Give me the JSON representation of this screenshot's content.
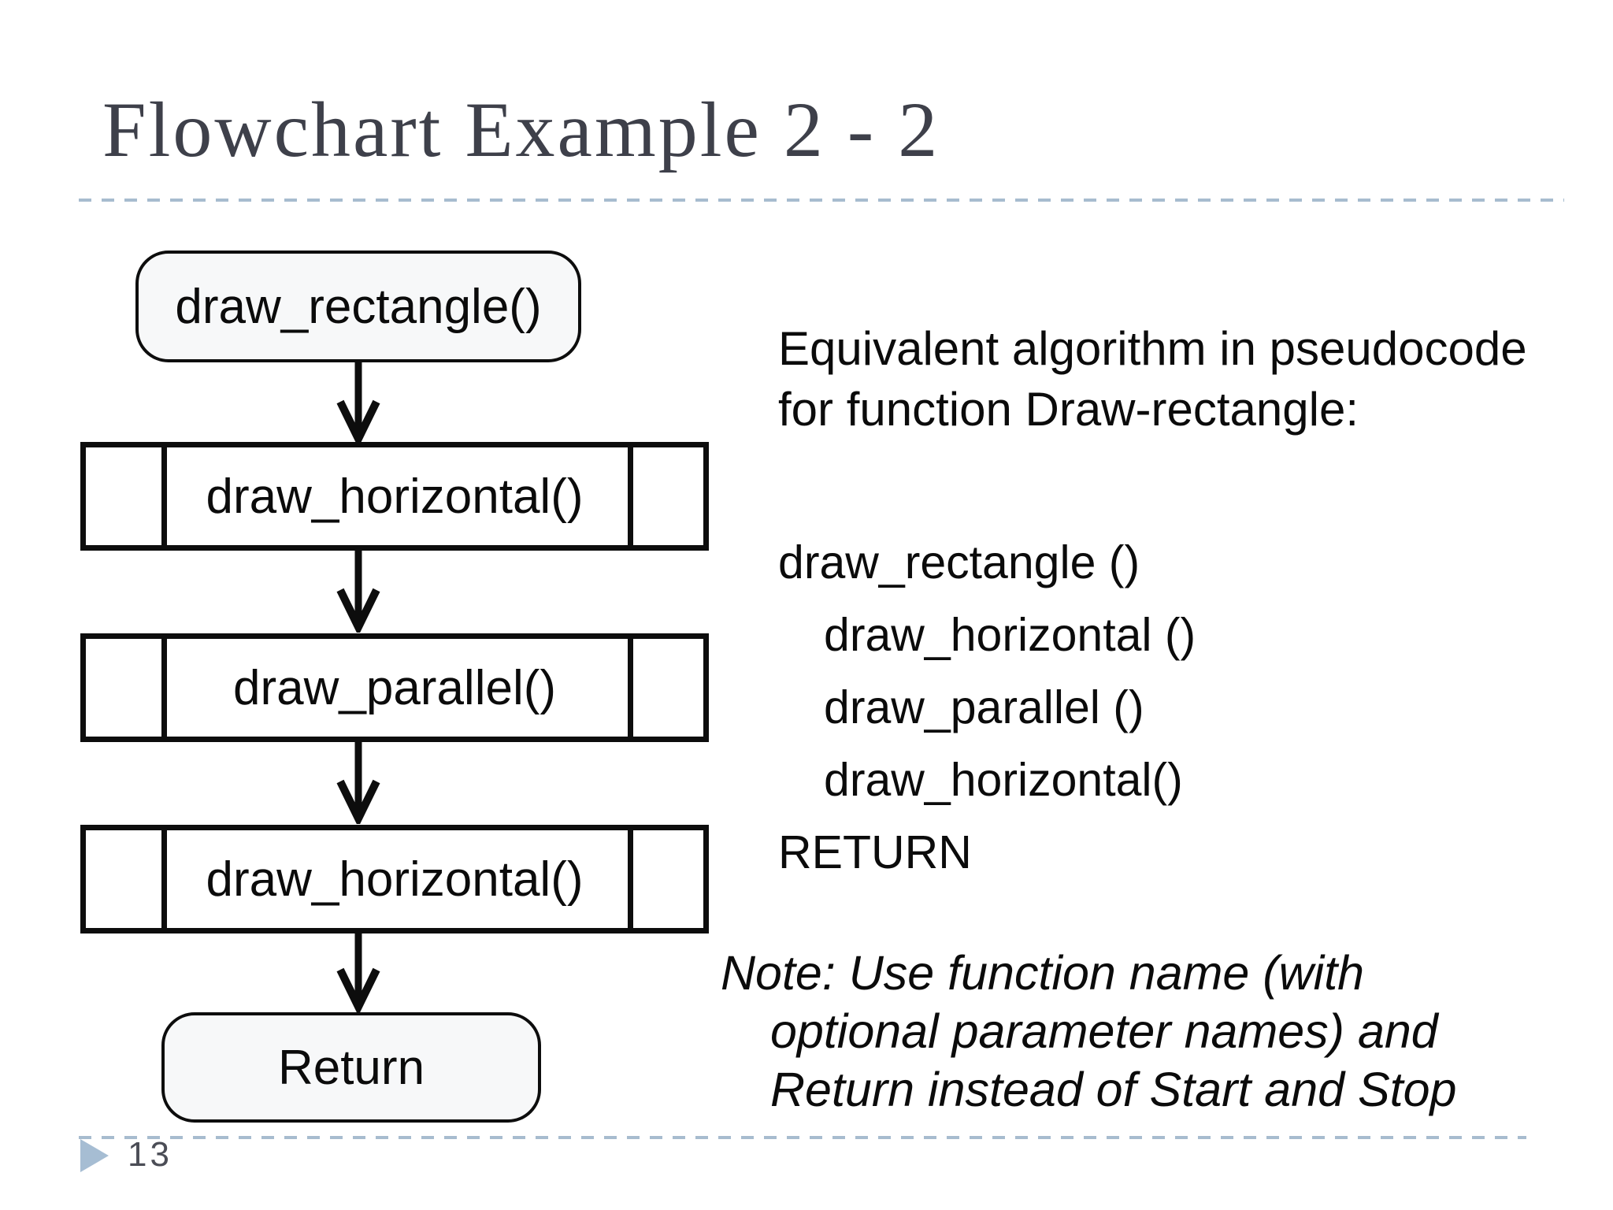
{
  "slide": {
    "title": "Flowchart Example 2 - 2",
    "page_number": "13"
  },
  "flowchart": {
    "nodes": [
      {
        "type": "terminator",
        "label": "draw_rectangle()"
      },
      {
        "type": "predefined_process",
        "label": "draw_horizontal()"
      },
      {
        "type": "predefined_process",
        "label": "draw_parallel()"
      },
      {
        "type": "predefined_process",
        "label": "draw_horizontal()"
      },
      {
        "type": "terminator",
        "label": "Return"
      }
    ],
    "connector": "down-arrow"
  },
  "right_panel": {
    "heading_line1": "Equivalent algorithm in pseudocode",
    "heading_line2": "for function Draw-rectangle:",
    "pseudocode": [
      {
        "text": "draw_rectangle ()",
        "indent": 0
      },
      {
        "text": "draw_horizontal ()",
        "indent": 1
      },
      {
        "text": "draw_parallel ()",
        "indent": 1
      },
      {
        "text": "draw_horizontal()",
        "indent": 1
      },
      {
        "text": "RETURN",
        "indent": 0
      }
    ],
    "note_line1": "Note: Use function name (with",
    "note_line2": "optional parameter names) and",
    "note_line3": "Return instead of Start and Stop"
  },
  "icons": {
    "page_marker": "right-pointing-triangle",
    "flow_connector": "down-arrow"
  },
  "colors": {
    "ink": "#0b0b0b",
    "title-color": "#3e404a",
    "rule-color": "#a7bccf",
    "bullet-color": "#a6bdd3",
    "page-number-color": "#4b4d56",
    "node-fill": "#f7f8f9",
    "node-border": "#0d0d0d"
  }
}
